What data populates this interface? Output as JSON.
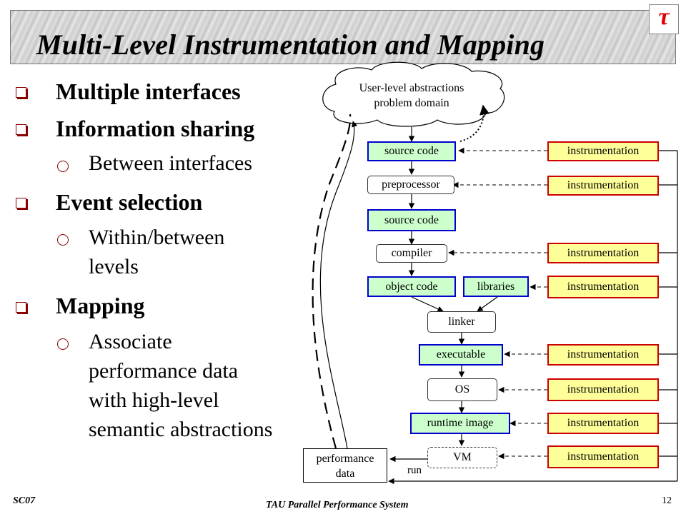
{
  "slide": {
    "title": "Multi-Level Instrumentation and Mapping",
    "logo_glyph": "τ",
    "bullets": [
      {
        "level": 1,
        "text": "Multiple interfaces"
      },
      {
        "level": 1,
        "text": "Information sharing"
      },
      {
        "level": 2,
        "text": "Between interfaces"
      },
      {
        "level": 1,
        "text": "Event selection"
      },
      {
        "level": 2,
        "text": "Within/between"
      },
      {
        "level": 2,
        "text": "levels"
      },
      {
        "level": 1,
        "text": "Mapping"
      },
      {
        "level": 2,
        "text": "Associate"
      },
      {
        "level": 2,
        "text": "performance data"
      },
      {
        "level": 2,
        "text": "with high-level"
      },
      {
        "level": 2,
        "text": "semantic abstractions"
      }
    ],
    "footer": {
      "left": "SC07",
      "center": "TAU Parallel Performance System",
      "page_number": "12"
    }
  },
  "diagram": {
    "cloud_lines": [
      "User-level abstractions",
      "problem domain"
    ],
    "source_code_1": "source code",
    "preprocessor": "preprocessor",
    "source_code_2": "source code",
    "compiler": "compiler",
    "object_code": "object code",
    "libraries": "libraries",
    "linker": "linker",
    "executable": "executable",
    "os": "OS",
    "runtime_image": "runtime image",
    "vm": "VM",
    "perf_lines": [
      "performance",
      "data"
    ],
    "run_label": "run",
    "instrumentation_label": "instrumentation",
    "colors": {
      "code_fill": "#ccffcc",
      "code_border": "#0000cc",
      "instr_fill": "#ffff99",
      "instr_border": "#cc0000",
      "bullet_marker": "#8b0000"
    }
  }
}
